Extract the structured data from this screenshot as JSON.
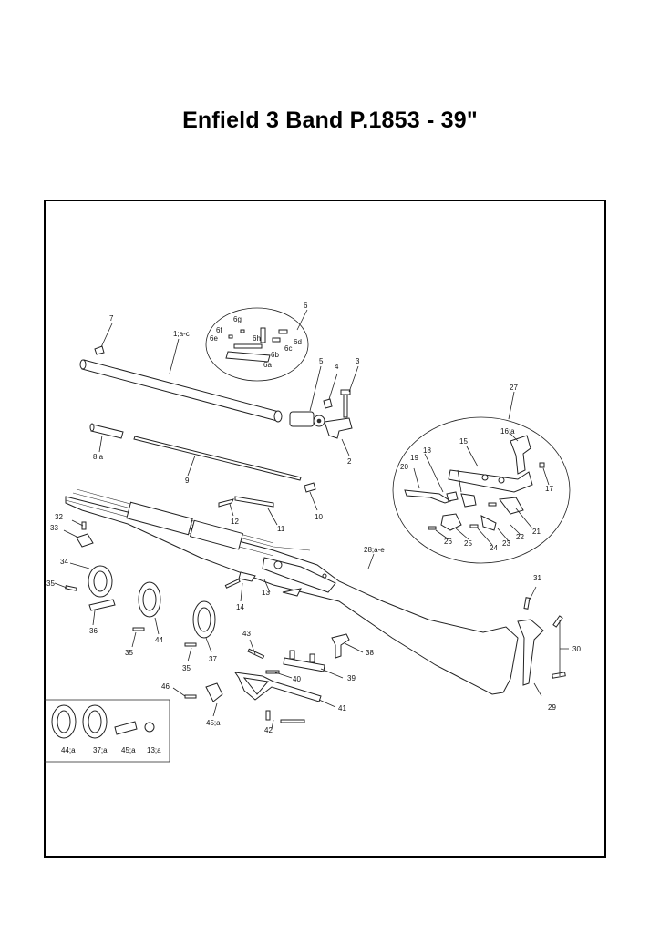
{
  "title": "Enfield 3 Band P.1853 - 39\"",
  "parts": {
    "p1": "1;a-c",
    "p2": "2",
    "p3": "3",
    "p4": "4",
    "p5": "5",
    "p6": "6",
    "p6a": "6a",
    "p6b": "6b",
    "p6c": "6c",
    "p6d": "6d",
    "p6e": "6e",
    "p6f": "6f",
    "p6g": "6g",
    "p6h": "6h",
    "p7": "7",
    "p8": "8;a",
    "p9": "9",
    "p10": "10",
    "p11": "11",
    "p12": "12",
    "p13": "13",
    "p14": "14",
    "p15": "15",
    "p16": "16;a",
    "p17": "17",
    "p18": "18",
    "p19": "19",
    "p20": "20",
    "p21": "21",
    "p22": "22",
    "p23": "23",
    "p24": "24",
    "p25": "25",
    "p26": "26",
    "p27": "27",
    "p28": "28;a-e",
    "p29": "29",
    "p30": "30",
    "p31": "31",
    "p32": "32",
    "p33": "33",
    "p34": "34",
    "p35a": "35",
    "p35b": "35",
    "p35c": "35",
    "p36": "36",
    "p37": "37",
    "p38": "38",
    "p39": "39",
    "p40": "40",
    "p41": "41",
    "p42": "42",
    "p43": "43",
    "p44": "44",
    "p45": "45;a",
    "p46": "46",
    "inset44": "44;a",
    "inset37": "37;a",
    "inset45": "45;a",
    "inset13": "13;a"
  }
}
